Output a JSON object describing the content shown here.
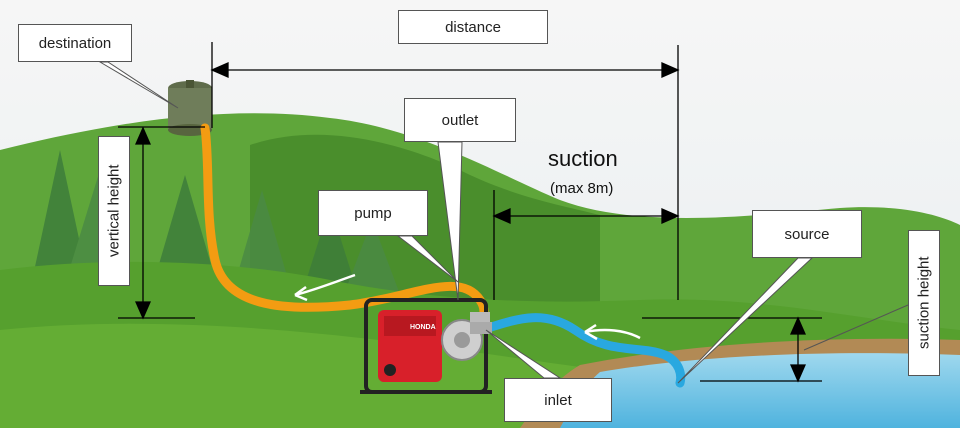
{
  "labels": {
    "destination": "destination",
    "distance": "distance",
    "outlet": "outlet",
    "suction": "suction",
    "suction_max": "(max 8m)",
    "pump": "pump",
    "vertical_height": "vertical height",
    "source": "source",
    "suction_height": "suction height",
    "inlet": "inlet"
  },
  "pump_brand": "HONDA",
  "colors": {
    "discharge_hose": "#f39c12",
    "suction_hose": "#29a8e0",
    "grass": "#4f9a2a",
    "water": "#7cc8e6",
    "tank": "#6f7d5a",
    "pump_frame": "#222222",
    "pump_engine": "#d8202a"
  },
  "icons": [
    "water-tank-icon",
    "water-pump-icon",
    "flow-arrow-icon"
  ]
}
